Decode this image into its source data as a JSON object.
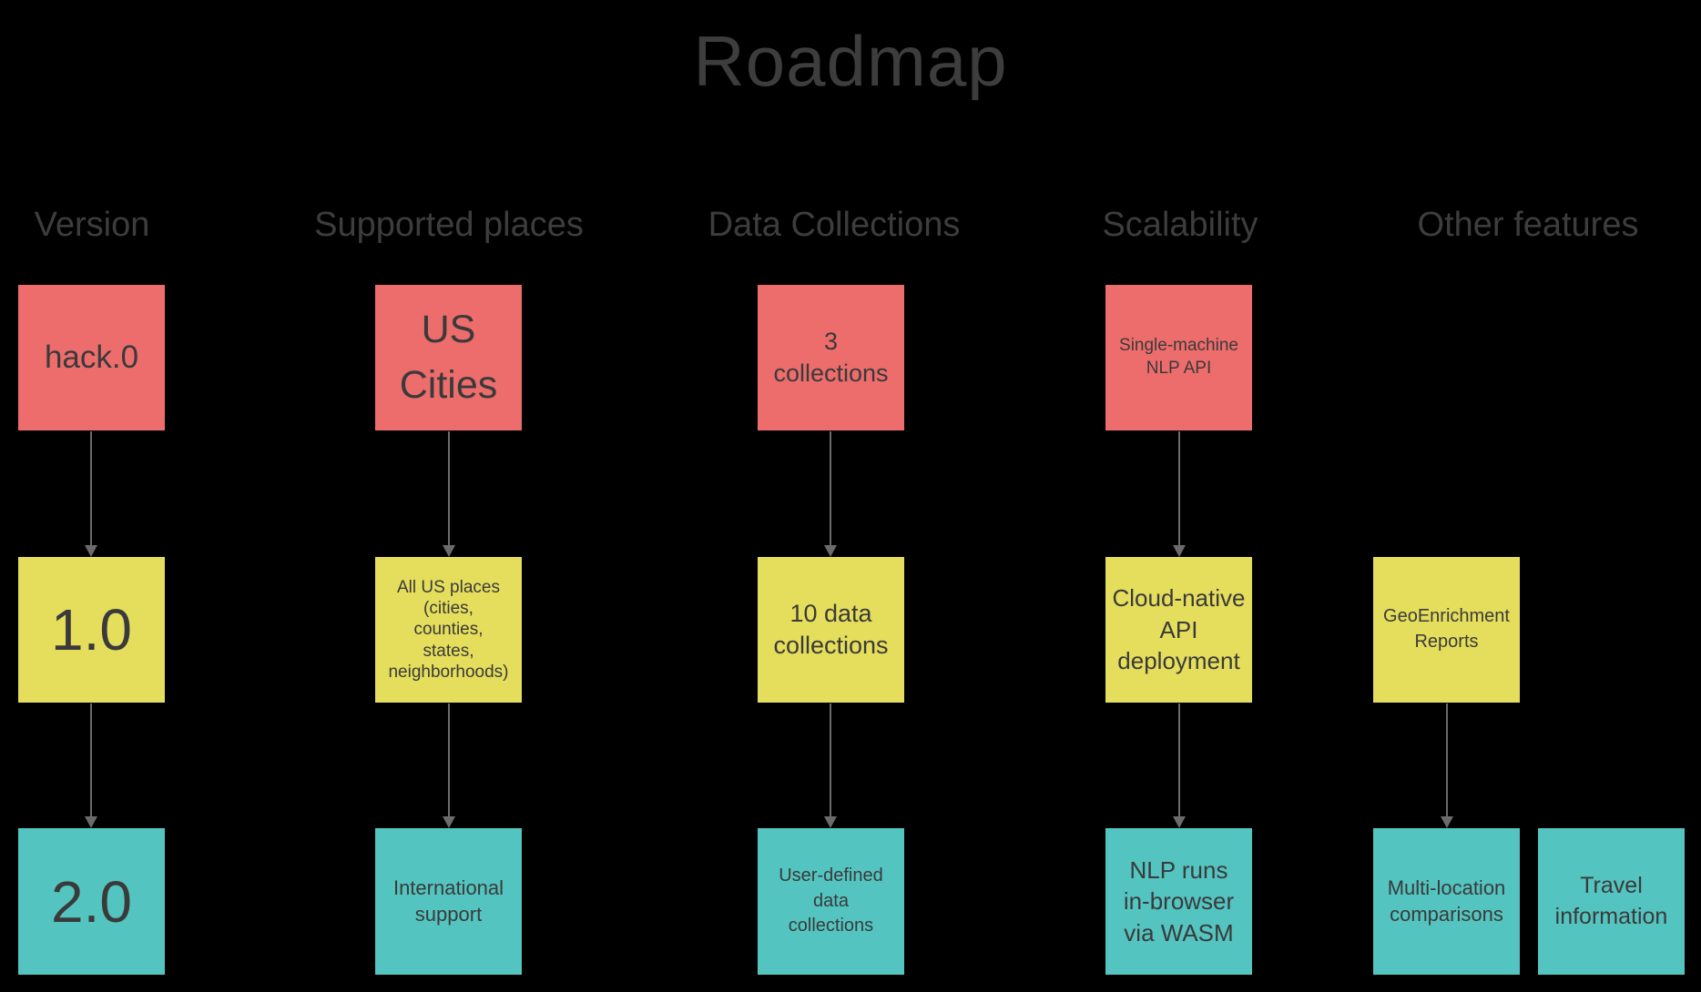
{
  "title": "Roadmap",
  "headers": {
    "version": "Version",
    "places": "Supported places",
    "collections": "Data Collections",
    "scalability": "Scalability",
    "other": "Other features"
  },
  "boxes": {
    "version_row1": "hack.0",
    "version_row2": "1.0",
    "version_row3": "2.0",
    "places_row1": "US\nCities",
    "places_row2": "All US places\n(cities,\ncounties,\nstates,\nneighborhoods)",
    "places_row3": "International\nsupport",
    "collections_row1": "3\ncollections",
    "collections_row2": "10 data\ncollections",
    "collections_row3": "User-defined\ndata\ncollections",
    "scalability_row1": "Single-machine\nNLP API",
    "scalability_row2": "Cloud-native\nAPI\ndeployment",
    "scalability_row3": "NLP runs\nin-browser\nvia WASM",
    "other_row2": "GeoEnrichment\nReports",
    "other_row3_left": "Multi-location\ncomparisons",
    "other_row3_right": "Travel\ninformation"
  },
  "colors": {
    "background": "#000000",
    "row1_box": "#ed6c6c",
    "row2_box": "#e5de5c",
    "row3_box": "#53c4c0",
    "box_text": "#3a3a3a",
    "heading_text": "#3d3d3d",
    "arrow": "#6b6b6b"
  }
}
